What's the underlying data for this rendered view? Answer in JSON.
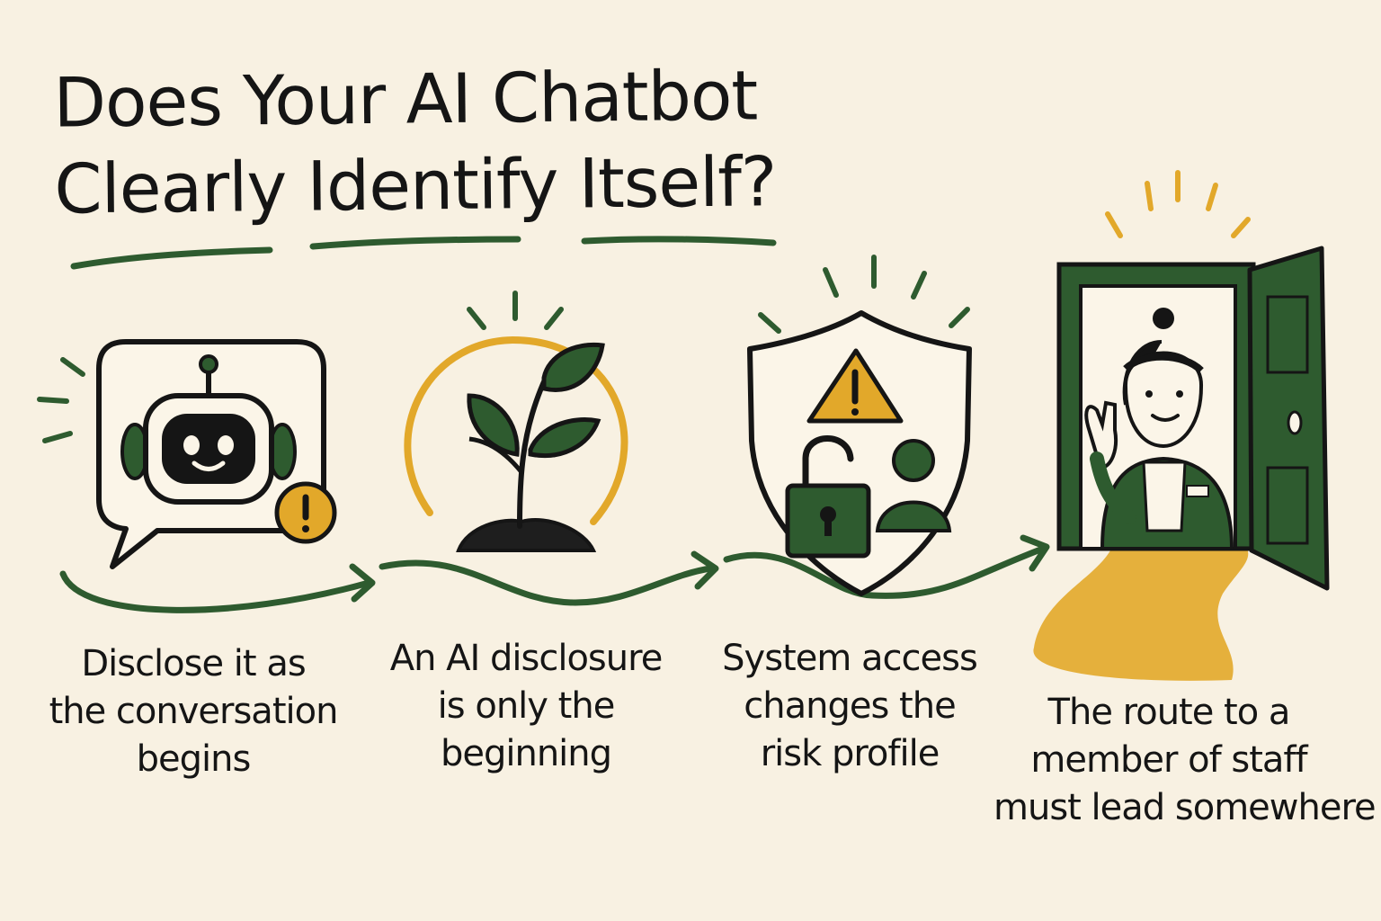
{
  "title": {
    "line1": "Does Your AI Chatbot",
    "line2": "Clearly Identify Itself?"
  },
  "steps": [
    {
      "icon": "robot-chat-bubble-icon",
      "lines": [
        "Disclose it as",
        "the conversation",
        "begins"
      ]
    },
    {
      "icon": "sprouting-plant-icon",
      "lines": [
        "An AI disclosure",
        "is only the",
        "beginning"
      ]
    },
    {
      "icon": "shield-warning-lock-icon",
      "lines": [
        "System access",
        "changes the",
        "risk profile"
      ]
    },
    {
      "icon": "open-door-staff-member-icon",
      "lines": [
        "The route to a",
        "member of staff",
        "must lead somewhere"
      ]
    }
  ],
  "colors": {
    "background": "#f8f1e2",
    "green": "#2e5b2f",
    "yellow": "#e2a82a",
    "ink": "#151515"
  }
}
